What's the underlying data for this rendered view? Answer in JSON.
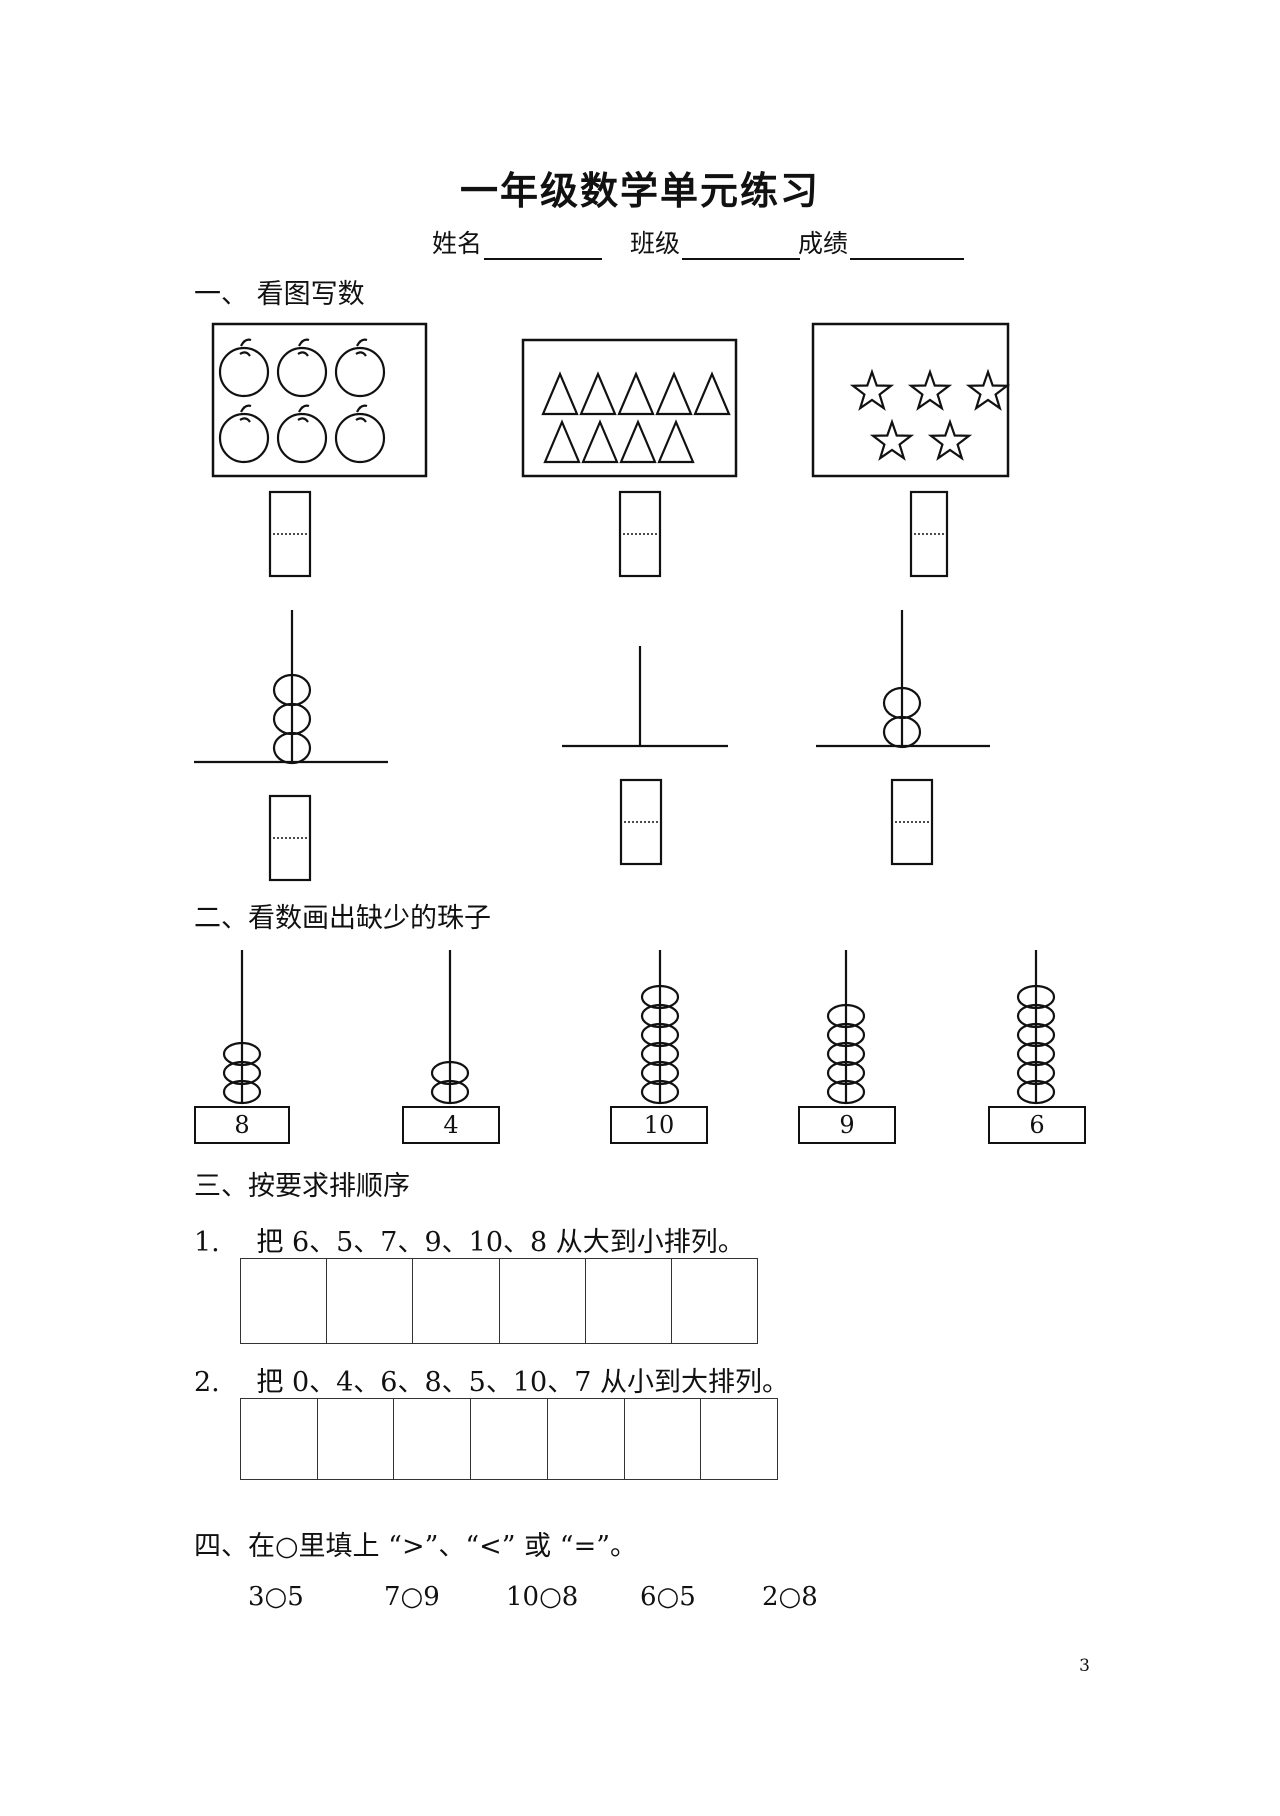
{
  "title": "一年级数学单元练习",
  "fields": {
    "name": "姓名",
    "class": "班级",
    "score": "成绩"
  },
  "section1": {
    "heading": "一、  看图写数",
    "pictures": [
      {
        "object": "apple",
        "count": 6
      },
      {
        "object": "triangle",
        "count": 9
      },
      {
        "object": "star",
        "count": 5
      }
    ],
    "abacus_beads": [
      3,
      0,
      2
    ]
  },
  "section2": {
    "heading": "二、看数画出缺少的珠子",
    "abacus": [
      {
        "number": "8",
        "beads": 3
      },
      {
        "number": "4",
        "beads": 2
      },
      {
        "number": "10",
        "beads": 6
      },
      {
        "number": "9",
        "beads": 5
      },
      {
        "number": "6",
        "beads": 6
      }
    ]
  },
  "section3": {
    "heading": "三、按要求排顺序",
    "q1": {
      "prefix": "1.",
      "text": "把 6、5、7、9、10、8 从大到小排列。"
    },
    "q2": {
      "prefix": "2.",
      "text": "把 0、4、6、8、5、10、7 从小到大排列。"
    }
  },
  "section4": {
    "heading": "四、在○里填上 “>”、“<” 或 “=”。",
    "items": [
      "3○5",
      "7○9",
      "10○8",
      "6○5",
      "2○8"
    ]
  },
  "page_number": "3"
}
